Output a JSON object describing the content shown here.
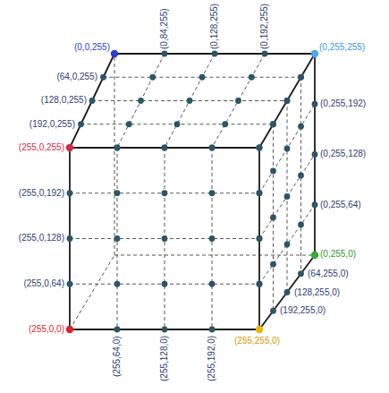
{
  "diagram": {
    "labels": [
      "(0,0,255)",
      "(0,84,255)",
      "(0,128,255)",
      "(0,192,255)",
      "(0,255,255)",
      "(64,0,255)",
      "(128,0,255)",
      "(192,0,255)",
      "(255,0,255)",
      "(255,0,192)",
      "(255,0,128)",
      "(255,0,64)",
      "(255,0,0)",
      "(255,64,0)",
      "(255,128,0)",
      "(255,192,0)",
      "(255,255,0)",
      "(0,255,192)",
      "(0,255,128)",
      "(0,255,64)",
      "(0,255,0)",
      "(64,255,0)",
      "(128,255,0)",
      "(192,255,0)"
    ]
  }
}
